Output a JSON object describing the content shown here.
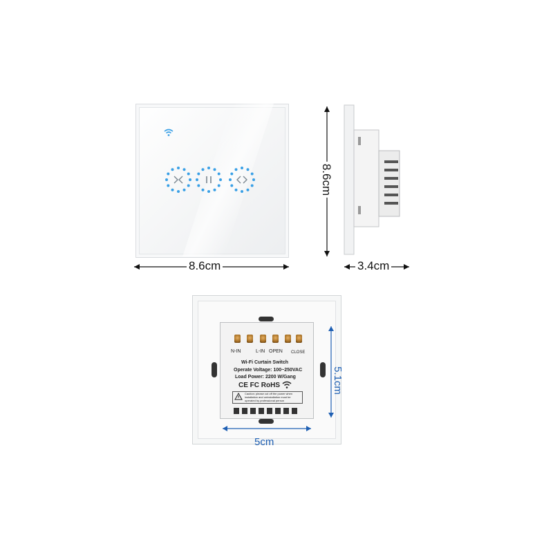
{
  "front": {
    "width_label": "8.6cm",
    "height_label": "8.6cm",
    "icons": [
      "wifi-icon",
      "close-curtain-icon",
      "pause-icon",
      "open-curtain-icon"
    ],
    "accent_color": "#3aa0e6"
  },
  "side": {
    "depth_label": "3.4cm"
  },
  "back": {
    "width_label": "5cm",
    "height_label": "5.1cm",
    "terminals": {
      "n_in": "N-IN",
      "l_in": "L-IN",
      "open": "OPEN",
      "close": "CLOSE"
    },
    "label": {
      "title": "Wi-Fi   Curtain Switch",
      "voltage": "Operate Voltage: 100~250VAC",
      "power": "Load Power: 2200 W/Gang",
      "certs": "CE FC RoHS",
      "caution": "Caution: please cut off the power when installation and uninstallation must be operated by professional person"
    },
    "dimension_color": "#1e5fb3"
  }
}
